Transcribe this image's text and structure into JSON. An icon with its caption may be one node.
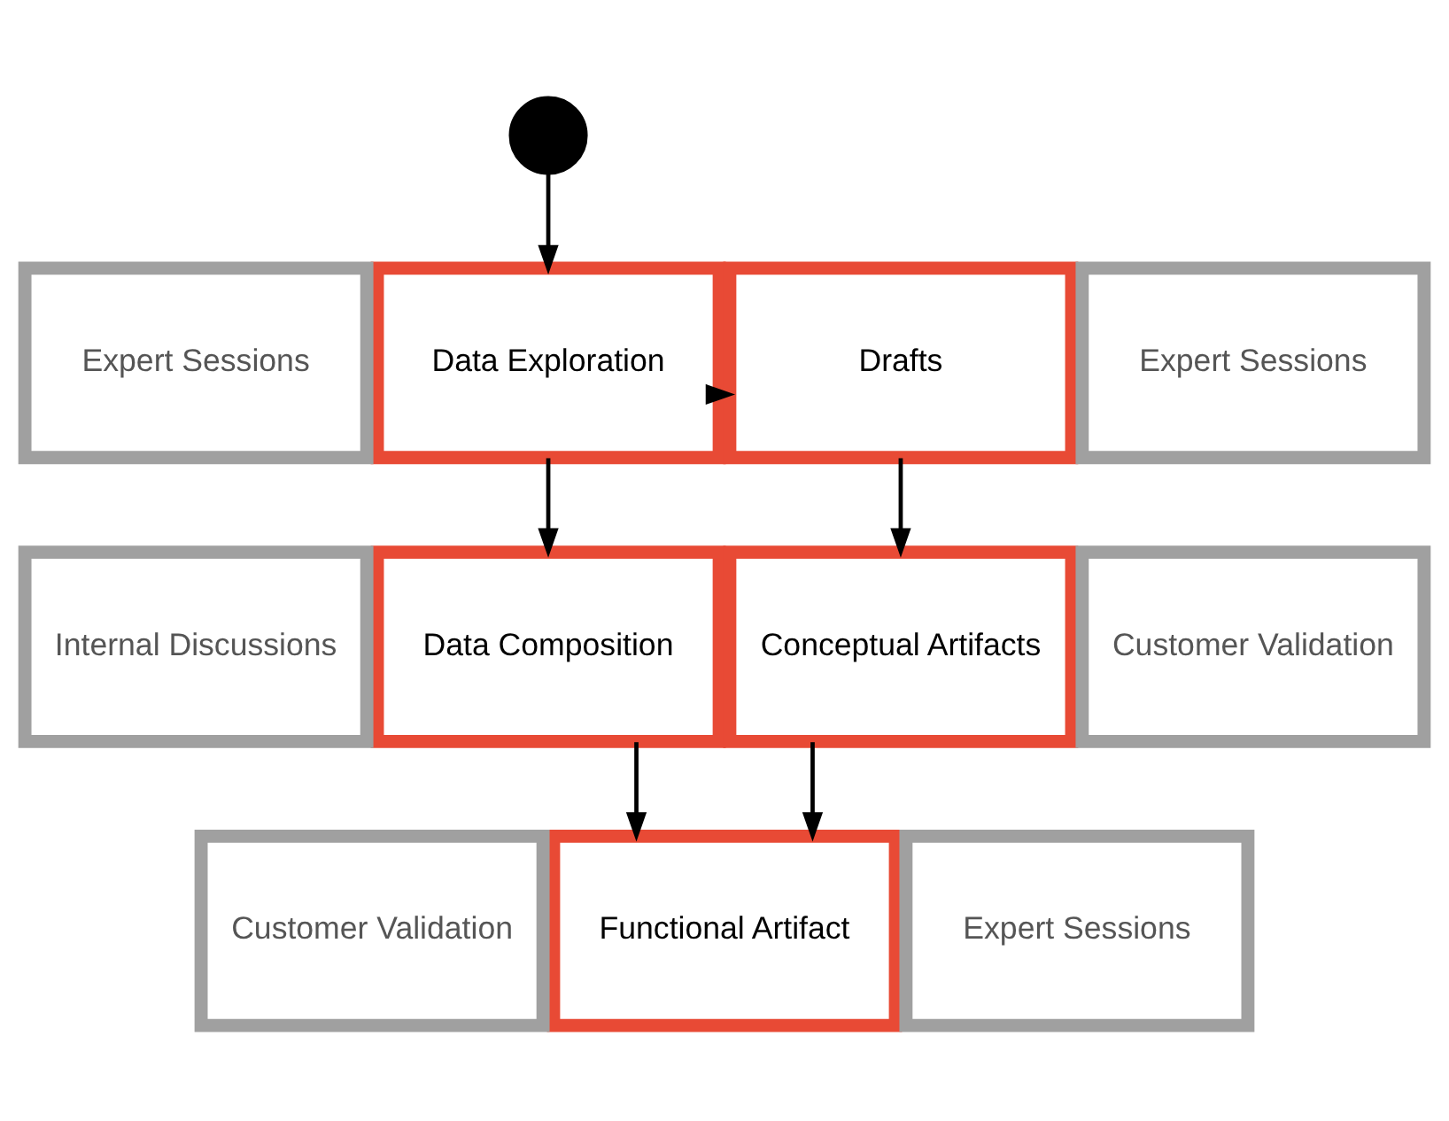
{
  "diagram": {
    "nodes": [
      {
        "text": [],
        "shape": "circle"
      },
      {
        "text": [
          "Expert Sessions"
        ]
      },
      {
        "text": [
          "Data Exploration"
        ]
      },
      {
        "text": [
          "Drafts"
        ]
      },
      {
        "text": [
          "Expert Sessions"
        ]
      },
      {
        "text": [
          "Internal Discussions"
        ]
      },
      {
        "text": [
          "Data Composition"
        ]
      },
      {
        "text": [
          "Conceptual Artifacts"
        ]
      },
      {
        "text": [
          "Customer Validation"
        ]
      },
      {
        "text": [
          "Customer Validation"
        ]
      },
      {
        "text": [
          "Functional Artifact"
        ]
      },
      {
        "text": [
          "Expert Sessions"
        ]
      }
    ],
    "edges": [
      {
        "from": 0,
        "to": 2,
        "arrow": "to"
      },
      {
        "from": 2,
        "to": 3,
        "arrow": "to"
      },
      {
        "from": 2,
        "to": 6,
        "arrow": "to"
      },
      {
        "from": 3,
        "to": 7,
        "arrow": "to"
      },
      {
        "from": 6,
        "to": 10,
        "arrow": "to"
      },
      {
        "from": 7,
        "to": 10,
        "arrow": "to"
      }
    ]
  }
}
